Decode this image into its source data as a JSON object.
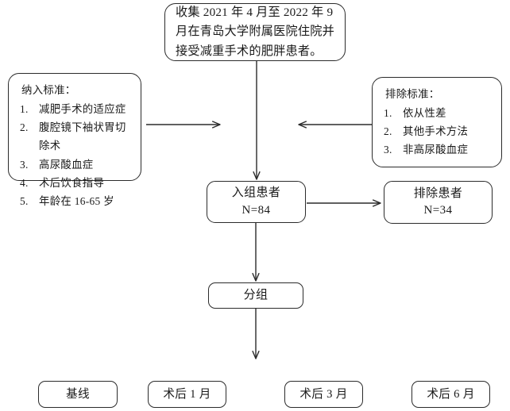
{
  "diagram": {
    "title": "Study flow diagram",
    "stroke_color": "#2b2b2b",
    "background_color": "#ffffff",
    "source_box": {
      "lines": [
        "收集 2021 年 4 月至 2022 年 9",
        "月在青岛大学附属医院住院并",
        "接受减重手术的肥胖患者。"
      ]
    },
    "inclusion_box": {
      "title": "纳入标准：",
      "items": [
        {
          "num": "1.",
          "text": "减肥手术的适应症"
        },
        {
          "num": "2.",
          "text": "腹腔镜下袖状胃切除术"
        },
        {
          "num": "3.",
          "text": "高尿酸血症"
        },
        {
          "num": "4.",
          "text": "术后饮食指导"
        },
        {
          "num": "5.",
          "text": "年龄在 16-65 岁"
        }
      ]
    },
    "exclusion_box": {
      "title": "排除标准：",
      "items": [
        {
          "num": "1.",
          "text": "依从性差"
        },
        {
          "num": "2.",
          "text": "其他手术方法"
        },
        {
          "num": "3.",
          "text": "非高尿酸血症"
        }
      ]
    },
    "enrolled_box": {
      "label": "入组患者",
      "count": "N=84"
    },
    "excluded_box": {
      "label": "排除患者",
      "count": "N=34"
    },
    "grouping_box": {
      "label": "分组"
    },
    "timepoints": [
      {
        "label": "基线"
      },
      {
        "label": "术后 1 月"
      },
      {
        "label": "术后 3 月"
      },
      {
        "label": "术后 6 月"
      }
    ]
  }
}
